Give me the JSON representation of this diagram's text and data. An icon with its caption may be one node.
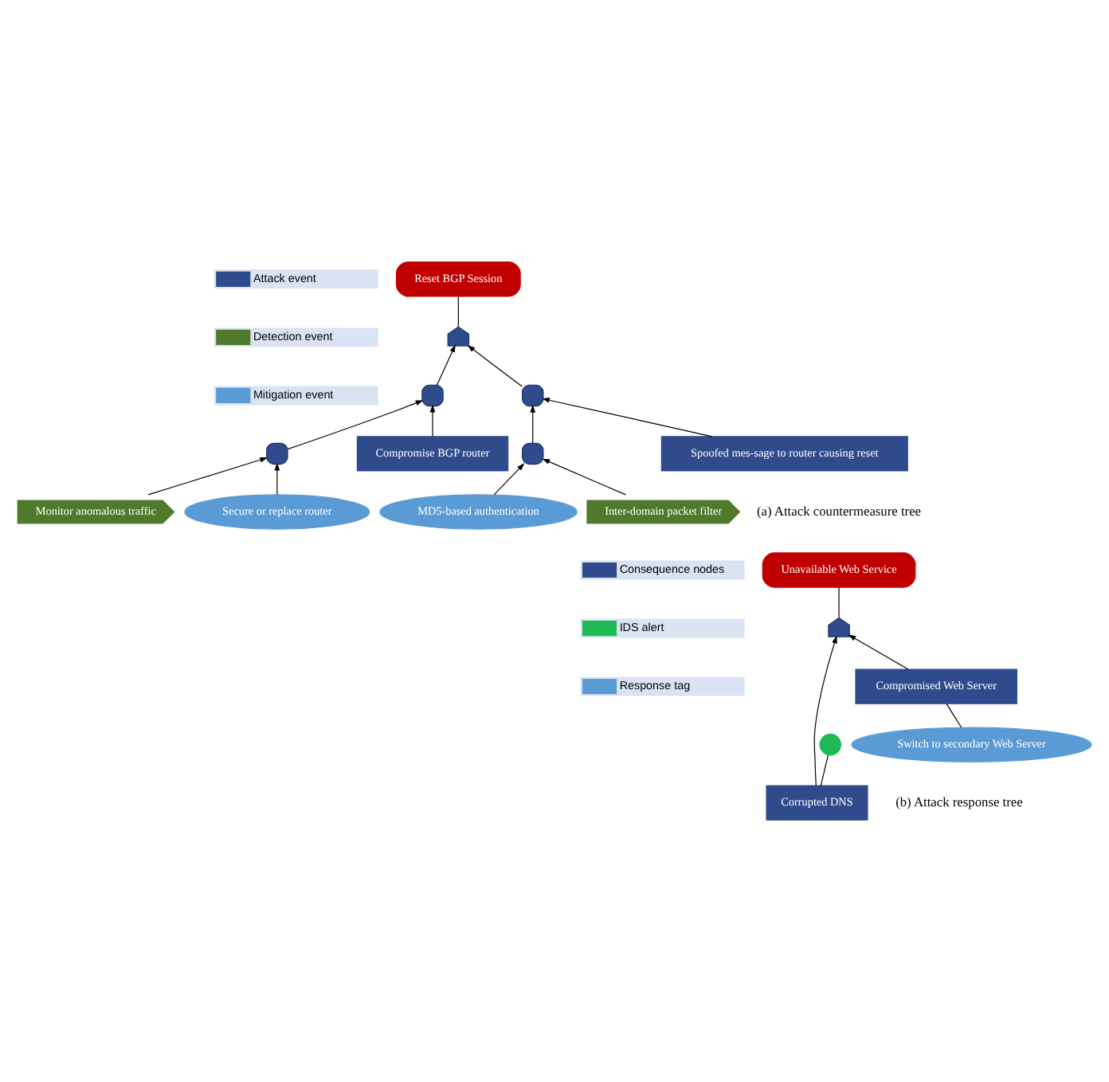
{
  "diagram": {
    "nodes": [
      {
        "text": [
          "Reset BGP Session"
        ]
      },
      {
        "text": [],
        "shape": "gate"
      },
      {
        "text": [],
        "shape": "gate"
      },
      {
        "text": [],
        "shape": "gate"
      },
      {
        "text": [],
        "shape": "gate"
      },
      {
        "text": [],
        "shape": "gate"
      },
      {
        "text": [
          "Spoofed mes-sage to router causing reset"
        ]
      },
      {
        "text": [
          "Inter-domain packet filter"
        ]
      },
      {
        "text": [
          "MD5-based authentication"
        ]
      },
      {
        "text": [
          "Compromise BGP router"
        ]
      },
      {
        "text": [
          "Monitor anomalous traffic"
        ]
      },
      {
        "text": [
          "Secure or replace router"
        ]
      },
      {
        "text": [
          "Unavailable Web Service"
        ]
      },
      {
        "text": [],
        "shape": "gate"
      },
      {
        "text": [
          "Switch to secondary Web Server"
        ]
      },
      {
        "text": [
          "Compromised Web Server"
        ]
      },
      {
        "text": [
          "Corrupted DNS"
        ]
      },
      {
        "text": [],
        "shape": "circle"
      }
    ],
    "edges": [
      {
        "from": 1,
        "to": 0,
        "arrow": "none"
      },
      {
        "from": 2,
        "to": 1,
        "arrow": "to"
      },
      {
        "from": 3,
        "to": 1,
        "arrow": "to"
      },
      {
        "from": 6,
        "to": 2,
        "arrow": "to"
      },
      {
        "from": 4,
        "to": 2,
        "arrow": "to"
      },
      {
        "from": 7,
        "to": 4,
        "arrow": "to"
      },
      {
        "from": 8,
        "to": 4,
        "arrow": "to"
      },
      {
        "from": 9,
        "to": 3,
        "arrow": "to"
      },
      {
        "from": 5,
        "to": 3,
        "arrow": "to"
      },
      {
        "from": 10,
        "to": 5,
        "arrow": "to"
      },
      {
        "from": 11,
        "to": 5,
        "arrow": "to"
      },
      {
        "from": 13,
        "to": 12,
        "arrow": "none"
      },
      {
        "from": 15,
        "to": 13,
        "arrow": "to"
      },
      {
        "from": 16,
        "to": 13,
        "arrow": "to"
      },
      {
        "from": 14,
        "to": 15,
        "arrow": "none"
      },
      {
        "from": 16,
        "to": 17,
        "arrow": "none"
      }
    ],
    "labels": [
      "(a) Attack countermeasure tree",
      "(b) Attack response tree"
    ],
    "legend": [
      {
        "text": "Attack event",
        "color": "#2f4b8c"
      },
      {
        "text": "Detection event",
        "color": "#4f7a2c"
      },
      {
        "text": "Mitigation event",
        "color": "#5b9bd5"
      },
      {
        "text": "Consequence nodes",
        "color": "#2f4b8c"
      },
      {
        "text": "IDS alert",
        "color": "#1db954"
      },
      {
        "text": "Response tag",
        "color": "#5b9bd5"
      }
    ]
  }
}
